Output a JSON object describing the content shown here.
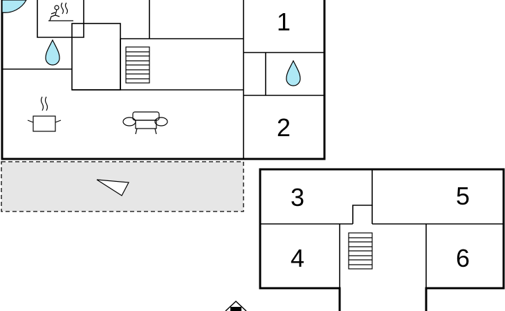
{
  "floorplan": {
    "rooms": [
      {
        "id": "room-1",
        "label": "1"
      },
      {
        "id": "room-2",
        "label": "2"
      },
      {
        "id": "room-3",
        "label": "3"
      },
      {
        "id": "room-4",
        "label": "4"
      },
      {
        "id": "room-5",
        "label": "5"
      },
      {
        "id": "room-6",
        "label": "6"
      }
    ],
    "icons": [
      "sauna-icon",
      "water-drop-icon",
      "stairs-icon",
      "cooking-pot-icon",
      "sofa-icon",
      "terrace-direction-icon",
      "house-marker-icon",
      "pool-icon"
    ],
    "colors": {
      "water": "#aee8f5",
      "terrace": "#e6e6e6",
      "wall": "#000000"
    }
  }
}
